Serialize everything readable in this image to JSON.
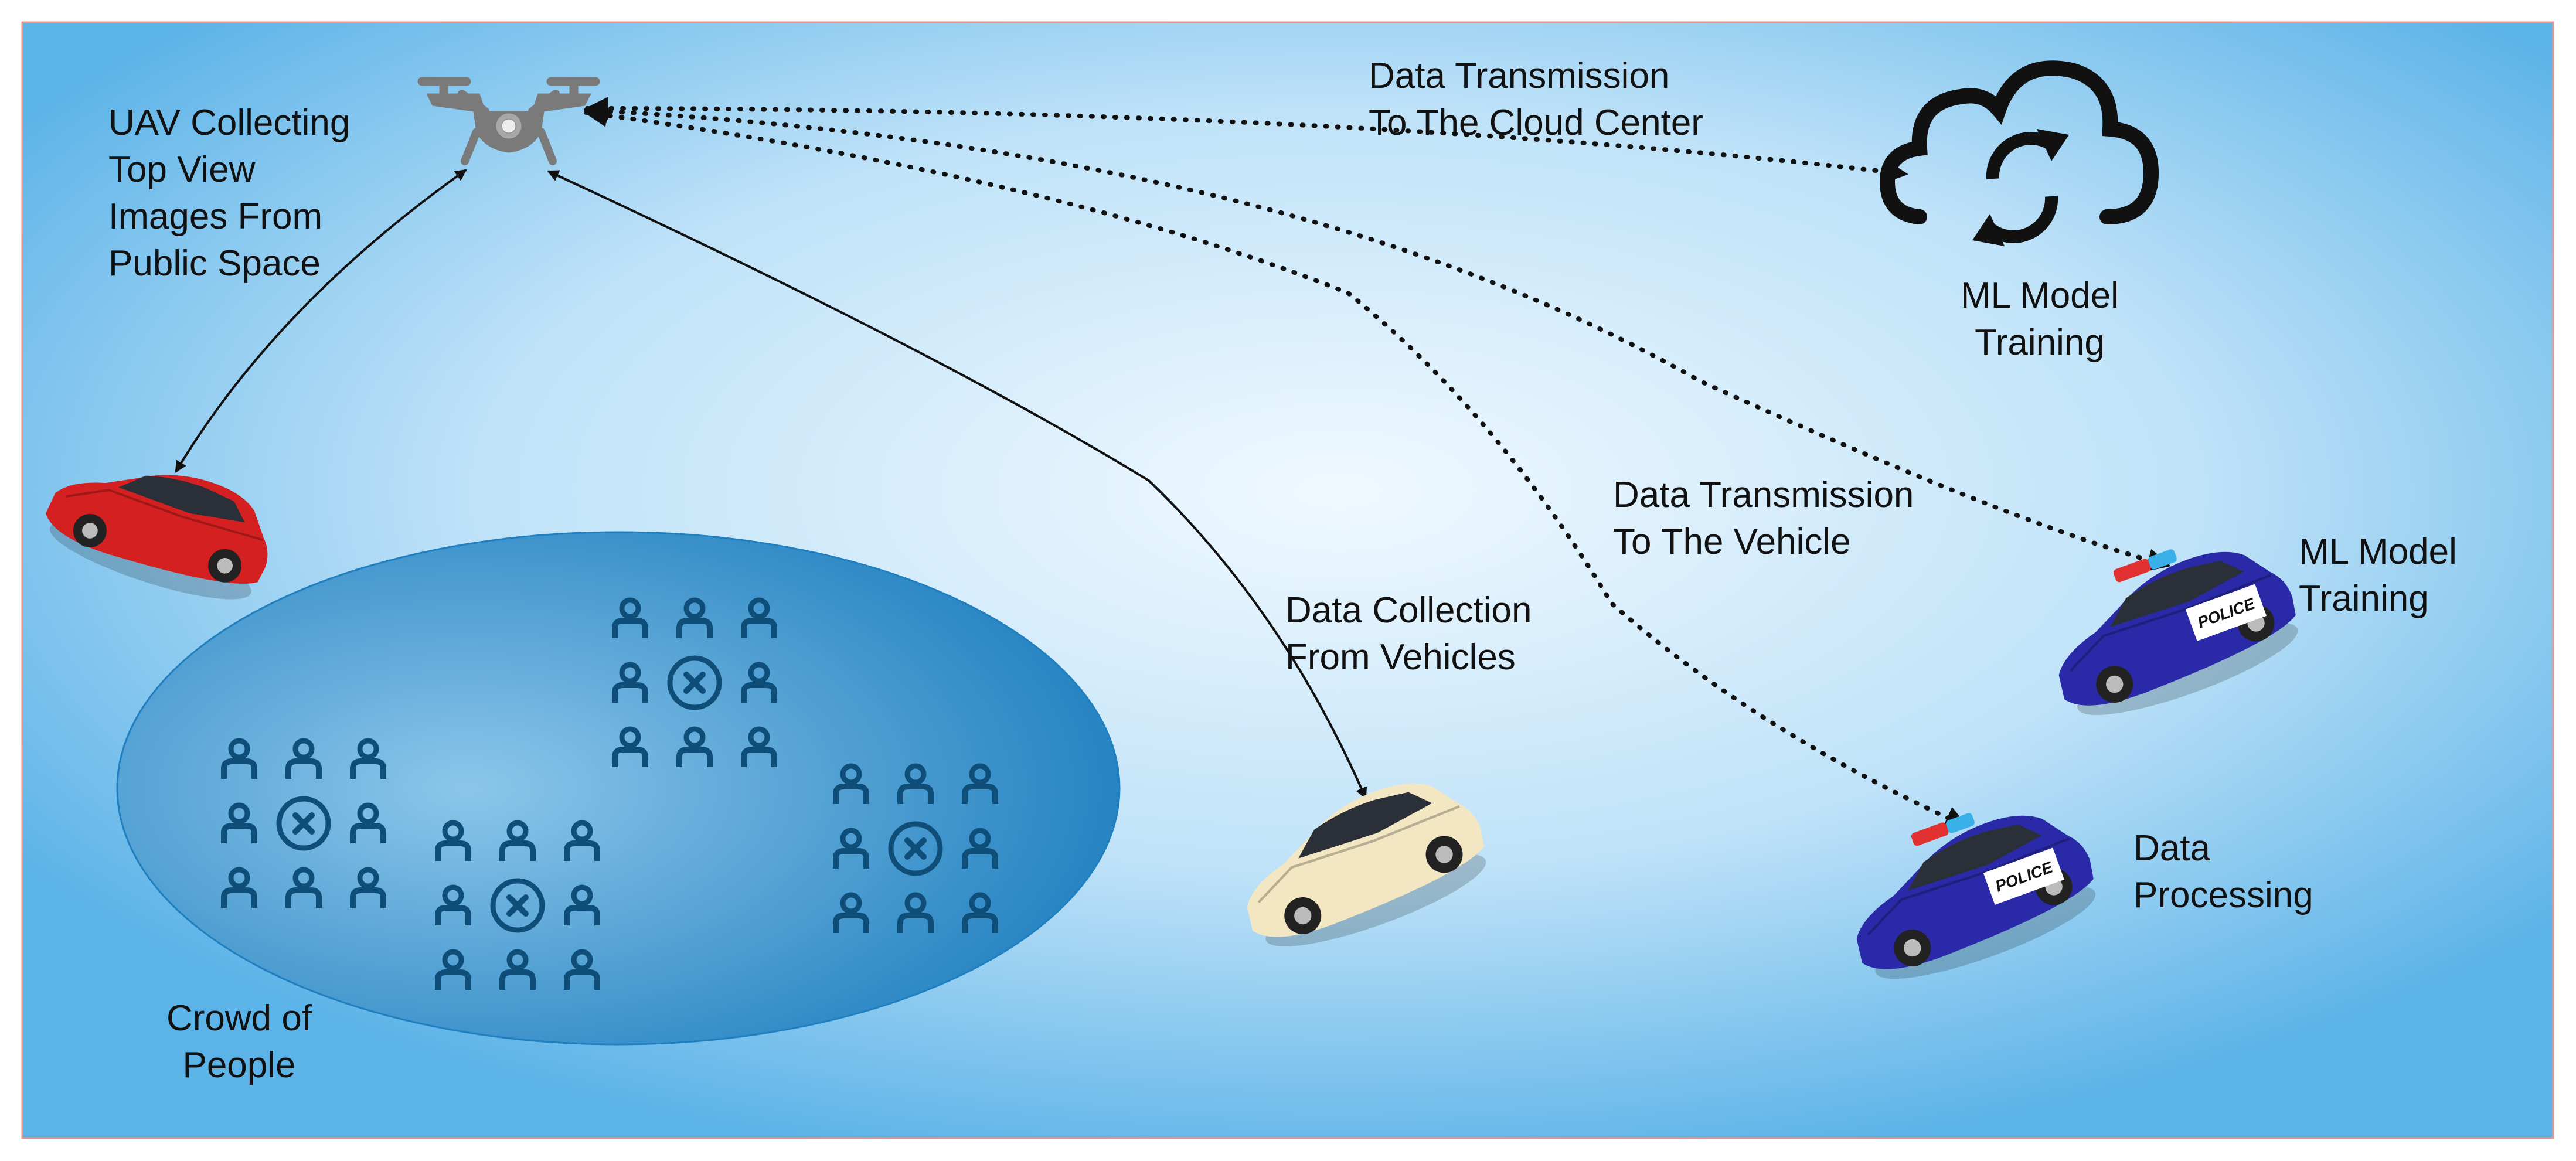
{
  "colors": {
    "panel_center": "#f0f9ff",
    "panel_mid": "#bfe2f8",
    "panel_edge": "#5cb3e8",
    "panel_border": "#e8948f",
    "ellipse_light": "#8cc6ea",
    "ellipse_dark": "#1f7fbf",
    "people": "#0f4e78",
    "drone": "#7a7a7a",
    "red_car": "#d42020",
    "civil_car": "#f3e7c3",
    "police_car": "#2a2aa8",
    "link": "#111111"
  },
  "labels": {
    "uav": [
      "UAV Collecting",
      "Top View",
      "Images From",
      "Public Space"
    ],
    "cloud_tx": [
      "Data Transmission",
      "To The Cloud Center"
    ],
    "cloud_ml": [
      "ML Model",
      "Training"
    ],
    "vehicle_tx": [
      "Data Transmission",
      "To The Vehicle"
    ],
    "collection": [
      "Data Collection",
      "From Vehicles"
    ],
    "police_ml": [
      "ML Model",
      "Training"
    ],
    "processing": [
      "Data",
      "Processing"
    ],
    "crowd": [
      "Crowd of",
      "People"
    ],
    "police_badge": "POLICE"
  },
  "icons": {
    "uav": "drone-icon",
    "cloud": "cloud-sync-icon",
    "car_red": "red-car-icon",
    "car_civil": "civilian-car-icon",
    "car_police": "police-car-icon",
    "person": "person-icon",
    "target": "target-x-icon"
  }
}
